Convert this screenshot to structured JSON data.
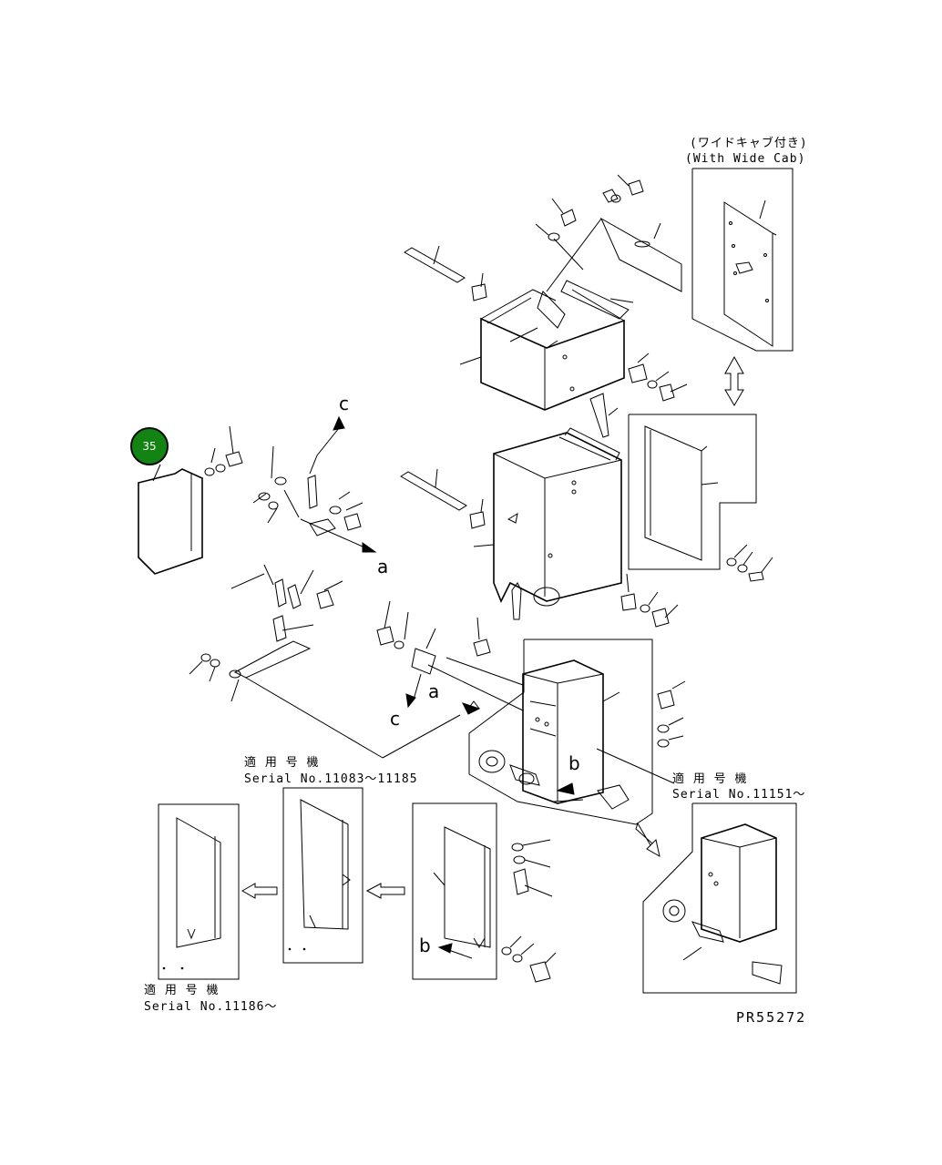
{
  "callouts": [
    {
      "number": "35",
      "color": "#138313"
    }
  ],
  "labels": {
    "wide_cab_jp": "(ワイドキャブ付き)",
    "wide_cab_en": "(With Wide Cab)",
    "serial_jp_1": "適 用 号 機",
    "serial_en_1": "Serial No.11083～11185",
    "serial_jp_2": "適 用 号 機",
    "serial_en_2": "Serial No.11151～",
    "serial_jp_3": "適 用 号 機",
    "serial_en_3": "Serial No.11186～",
    "ref_a_1": "a",
    "ref_a_2": "a",
    "ref_b_1": "b",
    "ref_b_2": "b",
    "ref_c_1": "c",
    "ref_c_2": "c",
    "drawing_code": "PR55272"
  }
}
